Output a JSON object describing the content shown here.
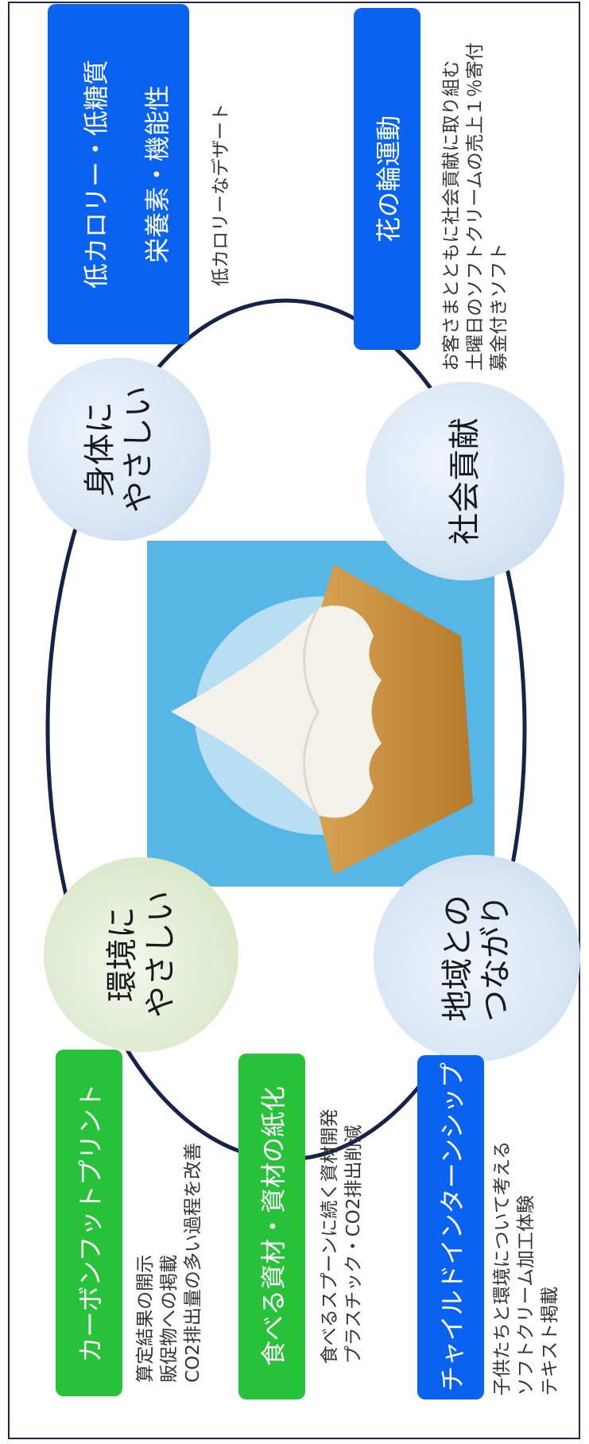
{
  "center": {
    "body": [
      "身体に",
      "やさしい"
    ],
    "social": "社会貢献",
    "environment": [
      "環境に",
      "やさしい"
    ],
    "local": [
      "地域との",
      "つながり"
    ]
  },
  "boxes": {
    "low_calorie": "低カロリー・低糖質",
    "nutrition": "栄養素・機能性",
    "flower": "花の輪運動",
    "carbon": "カーボンフットプリント",
    "edible": "食べる資材・資材の紙化",
    "child": "チャイルドインターンシップ"
  },
  "descriptions": {
    "low_calorie": [
      "低カロリーなデザート"
    ],
    "flower": [
      "お客さまとともに社会貢献に取り組む",
      "土曜日のソフトクリームの売上１％寄付",
      "募金付きソフト"
    ],
    "carbon": [
      "算定結果の開示",
      "販促物への掲載",
      "CO2排出量の多い過程を改善"
    ],
    "edible": [
      "食べるスプーンに続く資材開発",
      "プラスチック・CO2排出削減"
    ],
    "child": [
      "子供たちと環境について考える",
      "ソフトクリーム加工体験",
      "テキスト掲載"
    ]
  },
  "colors": {
    "blue": "#0a63f0",
    "green": "#27c23a",
    "ring": "#13234a"
  }
}
